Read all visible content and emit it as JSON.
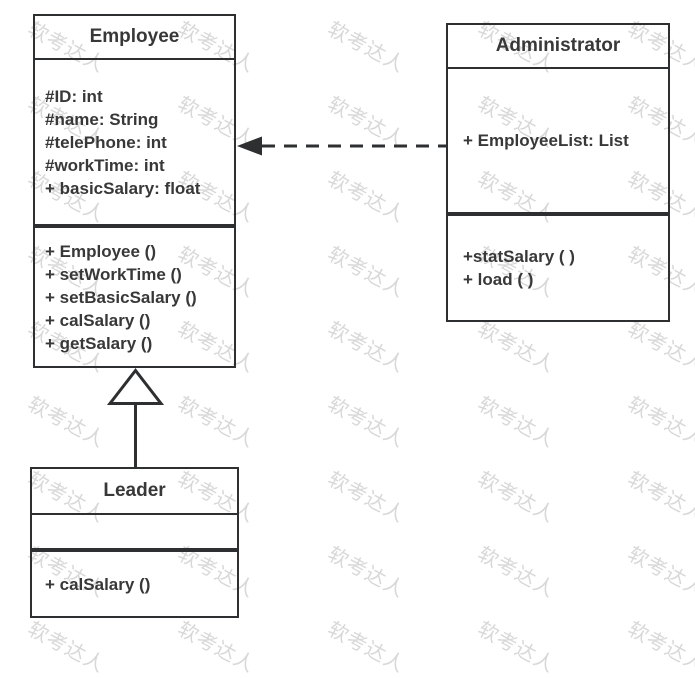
{
  "watermark": {
    "text": "软考达人",
    "color": "#d8d8d8"
  },
  "colors": {
    "line": "#2d2f31",
    "text": "#383838",
    "background": "#ffffff"
  },
  "classes": [
    {
      "name": "Employee",
      "attributes": [
        "#ID: int",
        "#name: String",
        "#telePhone: int",
        "#workTime: int",
        "+ basicSalary: float"
      ],
      "methods": [
        "+ Employee ()",
        "+ setWorkTime ()",
        "+ setBasicSalary ()",
        "+ calSalary ()",
        "+ getSalary ()"
      ]
    },
    {
      "name": "Administrator",
      "attributes": [
        "+ EmployeeList: List"
      ],
      "methods": [
        "+statSalary ( )",
        "+ load ( )"
      ]
    },
    {
      "name": "Leader",
      "attributes": [],
      "methods": [
        "+ calSalary ()"
      ]
    }
  ],
  "relationships": [
    {
      "type": "dependency",
      "from": "Administrator",
      "to": "Employee",
      "style": "dashed-line-filled-arrow"
    },
    {
      "type": "generalization",
      "from": "Leader",
      "to": "Employee",
      "style": "solid-line-hollow-triangle"
    }
  ]
}
